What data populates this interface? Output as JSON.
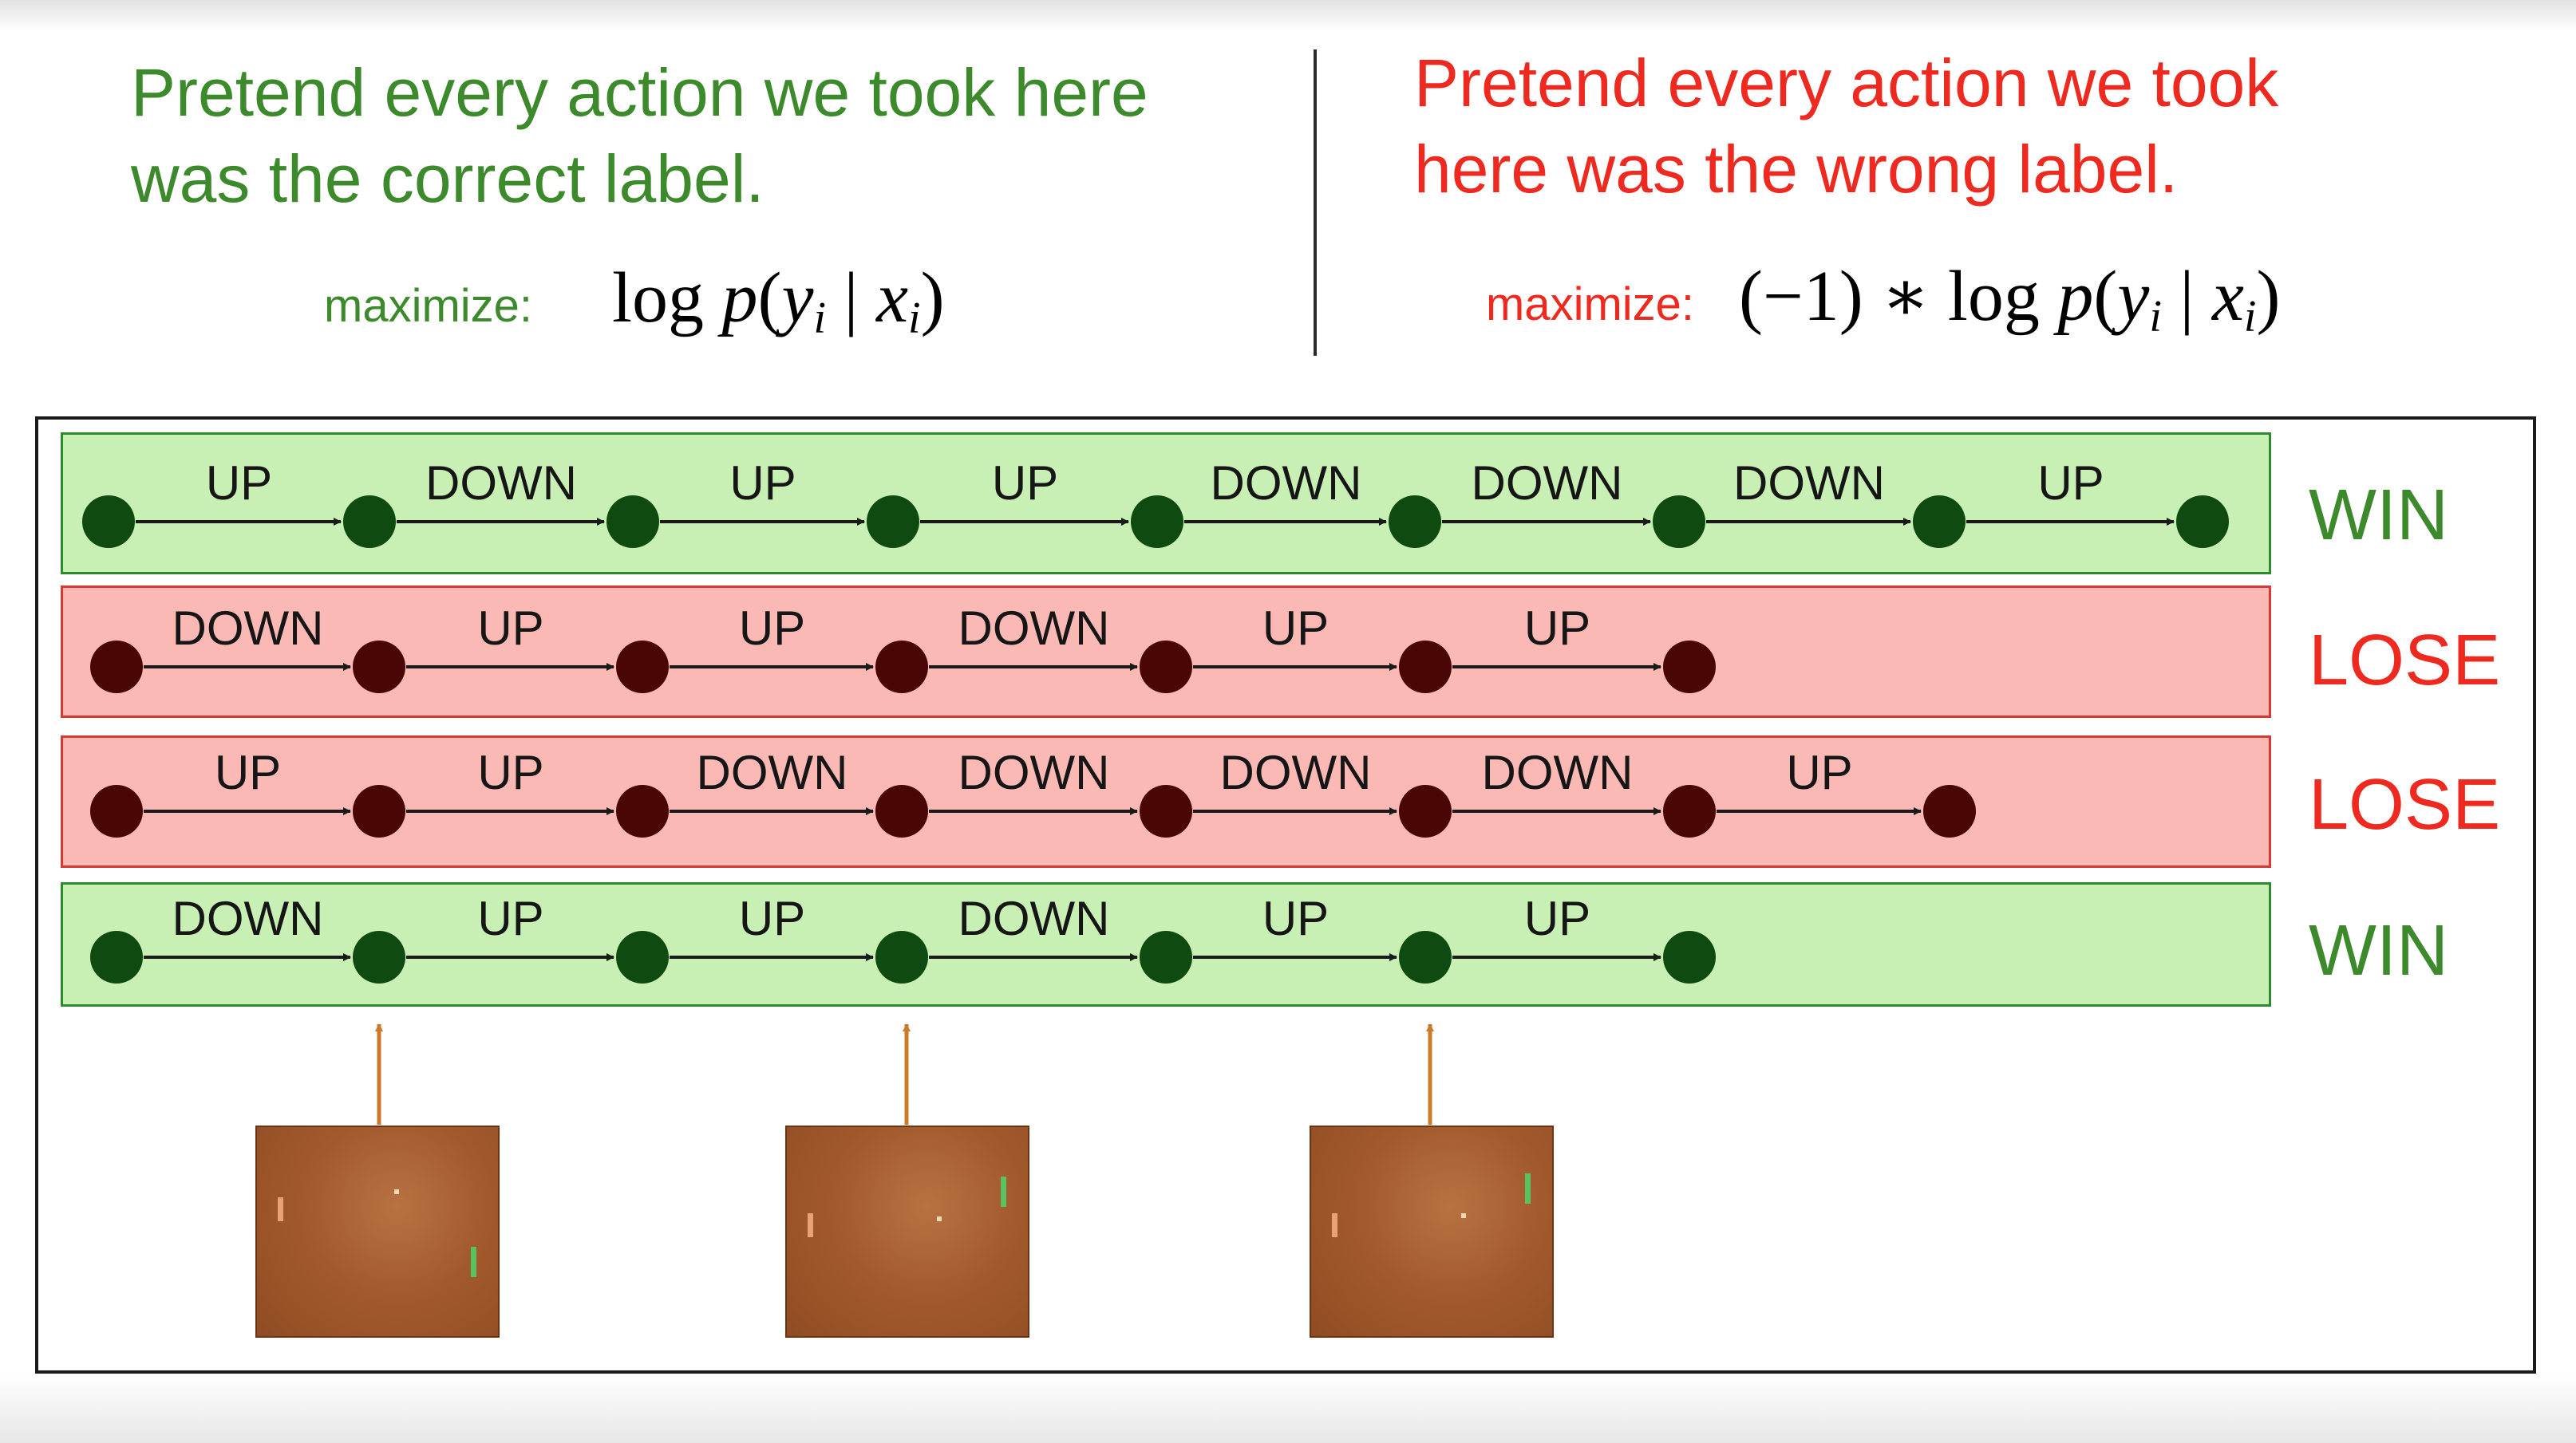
{
  "colors": {
    "good_text": "#3c8a2c",
    "bad_text": "#ee2a20",
    "win_fill": "#c8f0b4",
    "win_border": "#2f8a2f",
    "lose_fill": "#fbb9b5",
    "lose_border": "#d43a36",
    "node": "#0f4a10",
    "node_lose": "#4a0505",
    "arrow": "#1a1a1a",
    "pointer": "#cc7a2a"
  },
  "left": {
    "headline_line1": "Pretend every action we took here",
    "headline_line2": "was the correct label.",
    "formula_label": "maximize:"
  },
  "right": {
    "headline_line1": "Pretend every action we took",
    "headline_line2": "here was the wrong label.",
    "formula_label": "maximize:"
  },
  "rollouts": [
    {
      "outcome": "WIN",
      "actions": [
        "UP",
        "DOWN",
        "UP",
        "UP",
        "DOWN",
        "DOWN",
        "DOWN",
        "UP"
      ]
    },
    {
      "outcome": "LOSE",
      "actions": [
        "DOWN",
        "UP",
        "UP",
        "DOWN",
        "UP",
        "UP"
      ]
    },
    {
      "outcome": "LOSE",
      "actions": [
        "UP",
        "UP",
        "DOWN",
        "DOWN",
        "DOWN",
        "DOWN",
        "UP"
      ]
    },
    {
      "outcome": "WIN",
      "actions": [
        "DOWN",
        "UP",
        "UP",
        "DOWN",
        "UP",
        "UP"
      ]
    }
  ],
  "frames": [
    {
      "name": "pong-frame-1"
    },
    {
      "name": "pong-frame-2"
    },
    {
      "name": "pong-frame-3"
    }
  ]
}
